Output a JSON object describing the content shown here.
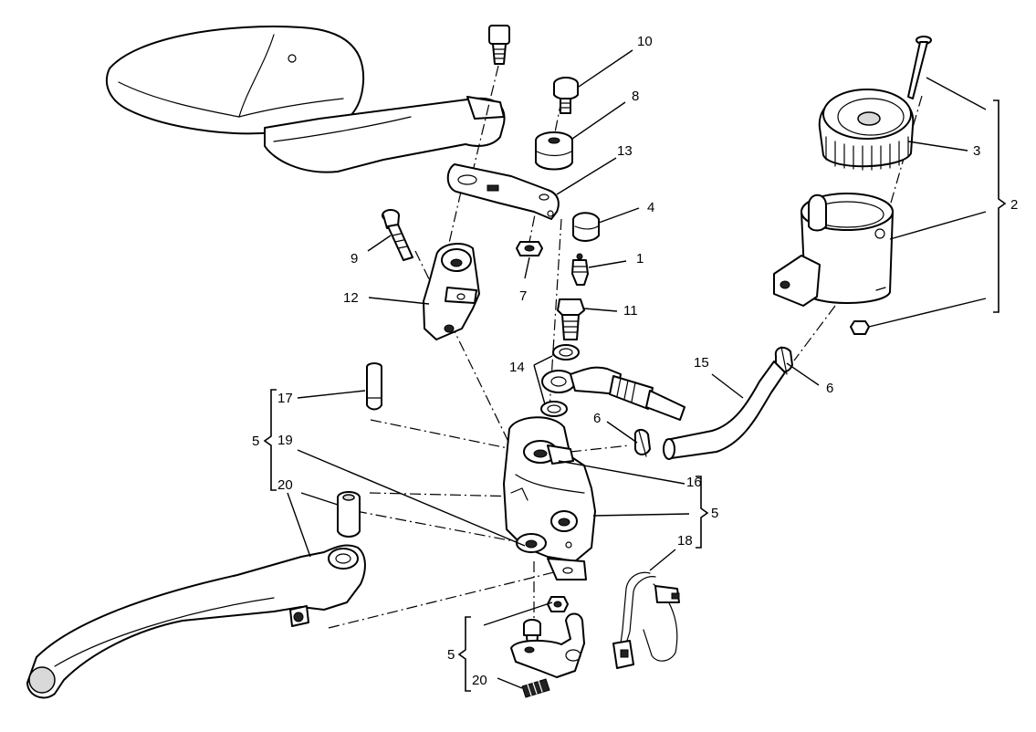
{
  "callouts": [
    {
      "id": "10",
      "text": "10"
    },
    {
      "id": "8",
      "text": "8"
    },
    {
      "id": "13",
      "text": "13"
    },
    {
      "id": "4",
      "text": "4"
    },
    {
      "id": "1",
      "text": "1"
    },
    {
      "id": "11",
      "text": "11"
    },
    {
      "id": "9",
      "text": "9"
    },
    {
      "id": "12",
      "text": "12"
    },
    {
      "id": "7",
      "text": "7"
    },
    {
      "id": "14",
      "text": "14"
    },
    {
      "id": "6a",
      "text": "6"
    },
    {
      "id": "6b",
      "text": "6"
    },
    {
      "id": "15",
      "text": "15"
    },
    {
      "id": "16",
      "text": "16"
    },
    {
      "id": "3",
      "text": "3"
    },
    {
      "id": "2",
      "text": "2"
    },
    {
      "id": "17",
      "text": "17"
    },
    {
      "id": "19",
      "text": "19"
    },
    {
      "id": "20a",
      "text": "20"
    },
    {
      "id": "20b",
      "text": "20"
    },
    {
      "id": "18",
      "text": "18"
    },
    {
      "id": "5a",
      "text": "5"
    },
    {
      "id": "5b",
      "text": "5"
    },
    {
      "id": "5c",
      "text": "5"
    }
  ]
}
